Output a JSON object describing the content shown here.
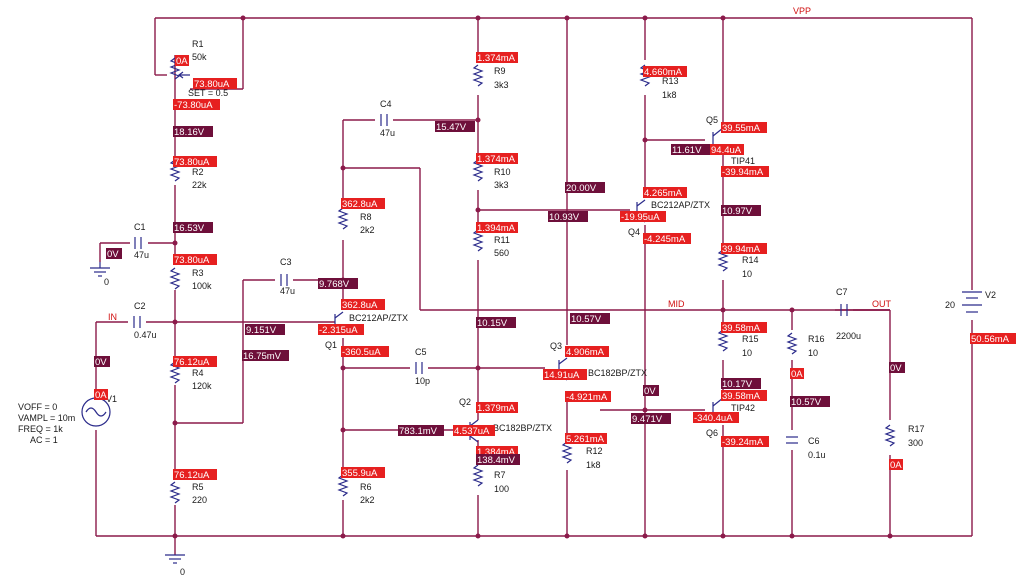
{
  "colors": {
    "current": "#e62020",
    "voltage": "#6e0f3a",
    "wire": "#8b1a4a",
    "net": "#d01010"
  },
  "nets": {
    "vpp": "VPP",
    "in": "IN",
    "mid": "MID",
    "out": "OUT"
  },
  "gnd": {
    "g1": "0",
    "g2": "0"
  },
  "components": {
    "r1": {
      "name": "R1",
      "value": "50k",
      "extra": "SET = 0.5"
    },
    "r2": {
      "name": "R2",
      "value": "22k"
    },
    "r3": {
      "name": "R3",
      "value": "100k"
    },
    "r4": {
      "name": "R4",
      "value": "120k"
    },
    "r5": {
      "name": "R5",
      "value": "220"
    },
    "r6": {
      "name": "R6",
      "value": "2k2"
    },
    "r7": {
      "name": "R7",
      "value": "100"
    },
    "r8": {
      "name": "R8",
      "value": "2k2"
    },
    "r9": {
      "name": "R9",
      "value": "3k3"
    },
    "r10": {
      "name": "R10",
      "value": "3k3"
    },
    "r11": {
      "name": "R11",
      "value": "560"
    },
    "r12": {
      "name": "R12",
      "value": "1k8"
    },
    "r13": {
      "name": "R13",
      "value": "1k8"
    },
    "r14": {
      "name": "R14",
      "value": "10"
    },
    "r15": {
      "name": "R15",
      "value": "10"
    },
    "r16": {
      "name": "R16",
      "value": "10"
    },
    "r17": {
      "name": "R17",
      "value": "300"
    },
    "c1": {
      "name": "C1",
      "value": "47u"
    },
    "c2": {
      "name": "C2",
      "value": "0.47u"
    },
    "c3": {
      "name": "C3",
      "value": "47u"
    },
    "c4": {
      "name": "C4",
      "value": "47u"
    },
    "c5": {
      "name": "C5",
      "value": "10p"
    },
    "c6": {
      "name": "C6",
      "value": "0.1u"
    },
    "c7": {
      "name": "C7",
      "value": "2200u"
    },
    "q1": {
      "name": "Q1",
      "model": "BC212AP/ZTX"
    },
    "q2": {
      "name": "Q2",
      "model": "BC182BP/ZTX"
    },
    "q3": {
      "name": "Q3",
      "model": "BC182BP/ZTX"
    },
    "q4": {
      "name": "Q4",
      "model": "BC212AP/ZTX"
    },
    "q5": {
      "name": "Q5",
      "model": "TIP41"
    },
    "q6": {
      "name": "Q6",
      "model": "TIP42"
    },
    "v1": {
      "name": "V1",
      "voff": "VOFF = 0",
      "vampl": "VAMPL = 10m",
      "freq": "FREQ = 1k",
      "ac": "AC = 1"
    },
    "v2": {
      "name": "V2",
      "value": "20"
    }
  },
  "probes": {
    "r1_i": "0A",
    "r1_w": "73.80uA",
    "r1_n": "-73.80uA",
    "n_1816": "18.16V",
    "r2_i": "73.80uA",
    "n_1653": "16.53V",
    "c1_v": "0V",
    "r3_i": "73.80uA",
    "n_9151": "9.151V",
    "n_1675": "16.75mV",
    "in_v": "0V",
    "v1_i": "0A",
    "r4_i": "76.12uA",
    "r5_i": "76.12uA",
    "c4_v": "15.47V",
    "r8_i": "362.8uA",
    "n_9768": "9.768V",
    "q1_e": "362.8uA",
    "q1_b": "-2.315uA",
    "q1_c": "-360.5uA",
    "r6_i": "355.9uA",
    "n_7831": "783.1mV",
    "r9_i": "1.374mA",
    "r10_i": "1.374mA",
    "r11_i": "1.394mA",
    "n_1015": "10.15V",
    "q2_c": "1.379mA",
    "q2_b": "4.537uA",
    "r7_i": "1.384mA",
    "n_1384": "138.4mV",
    "n_2000": "20.00V",
    "n_1093": "10.93V",
    "n_1057": "10.57V",
    "q3_c": "4.906mA",
    "q3_b": "14.91uA",
    "q3_e": "-4.921mA",
    "r12_i": "5.261mA",
    "n_0v": "0V",
    "r13_i": "4.660mA",
    "n_1161": "11.61V",
    "q4_e": "4.265mA",
    "q4_b": "-19.95uA",
    "q4_c": "-4.245mA",
    "q5_c": "39.55mA",
    "q5_b": "94.4uA",
    "q5_e": "-39.94mA",
    "n_1097": "10.97V",
    "r14_i": "39.94mA",
    "r15_i": "39.58mA",
    "n_1017": "10.17V",
    "q6_e": "39.58mA",
    "q6_b": "-340.4uA",
    "q6_c": "-39.24mA",
    "n_9471": "9.471V",
    "r16_i": "0A",
    "n_1057b": "10.57V",
    "out_v": "0V",
    "r17_i": "0A",
    "v2_i": "50.56mA"
  }
}
